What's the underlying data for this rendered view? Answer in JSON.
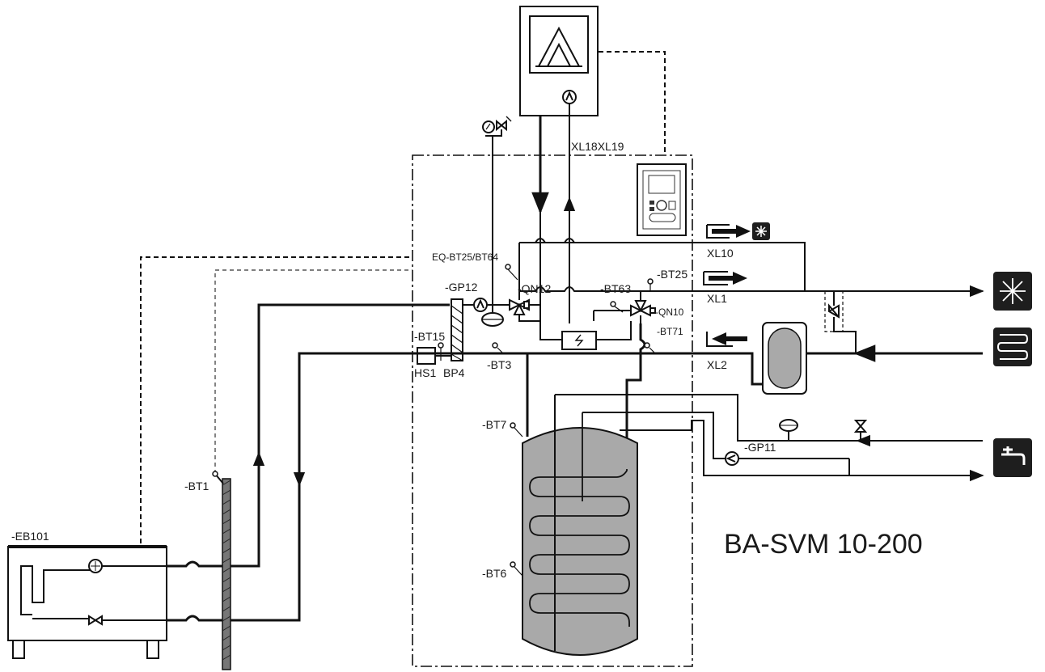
{
  "model_label": "BA-SVM 10-200",
  "labels": {
    "eb101": "-EB101",
    "bt1": "-BT1",
    "gp12": "-GP12",
    "bt15": "-BT15",
    "hs1": "HS1",
    "bp4": "BP4",
    "bt3": "-BT3",
    "bt7": "-BT7",
    "bt6": "-BT6",
    "eq_bt25_bt64": "EQ-BT25/BT64",
    "qn12": "-QN12",
    "bt63": "-BT63",
    "bt25": "-BT25",
    "qn10": "-QN10",
    "bt71": "-BT71",
    "xl18xl19": "XL18XL19",
    "xl10": "XL10",
    "xl1": "XL1",
    "xl2": "XL2",
    "gp11": "-GP11"
  },
  "icons": {
    "cooling": "snowflake-icon",
    "heating": "floor-heating-icon",
    "hot_water": "tap-icon",
    "boiler": "external-heat-source-icon"
  },
  "colors": {
    "module_fill": "#ededed",
    "tank_fill": "#a9a9a9",
    "icon_fill": "#1e1e1e"
  }
}
